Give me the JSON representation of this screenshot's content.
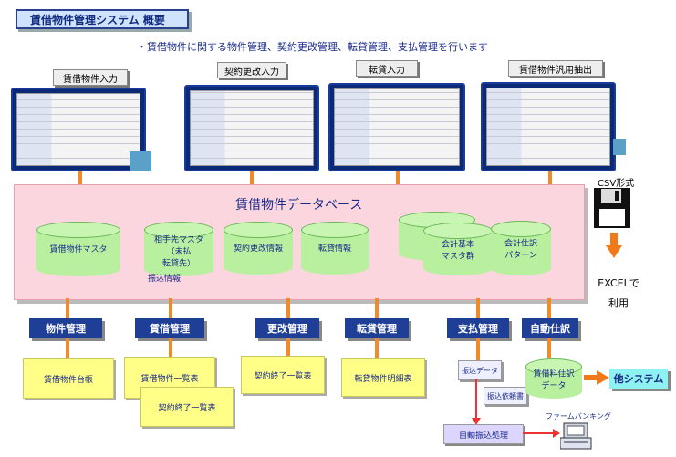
{
  "title": "賃借物件管理システム 概要",
  "subtitle": "・賃借物件に関する物件管理、契約更改管理、転貸管理、支払管理を行います",
  "screens": [
    "賃借物件入力",
    "契約更改入力",
    "転貸入力",
    "賃借物件汎用抽出"
  ],
  "database": {
    "title": "賃借物件データベース",
    "tables": [
      "賃借物件マスタ",
      "相手先マスタ\n（未払\n転貸先）",
      "契約更改情報",
      "転貸情報",
      "会計基本\nマスタ群",
      "会計仕訳\nパターン"
    ],
    "note": "振込情報"
  },
  "export": {
    "format": "CSV形式",
    "usage": "EXCELで\n利用"
  },
  "modules": [
    "物件管理",
    "賃借管理",
    "更改管理",
    "転貸管理",
    "支払管理",
    "自動仕訳"
  ],
  "outputs": {
    "property_ledger": "賃借物件台帳",
    "property_list": "賃借物件一覧表",
    "contract_end_list_a": "契約終了一覧表",
    "contract_end_list_b": "契約終了一覧表",
    "sublease_detail": "転貸物件明細表",
    "transfer_data": "振込データ",
    "transfer_request": "振込依頼書",
    "rent_journal": "賃借料仕訳\nデータ",
    "auto_transfer": "自動振込処理",
    "firm_banking": "ファームバンキング",
    "other_system": "他システム"
  },
  "colors": {
    "accent": "#1f3f96",
    "db_bg": "#fcd6de",
    "cylinder": "#b8f0a0",
    "connector": "#f08a2a"
  }
}
